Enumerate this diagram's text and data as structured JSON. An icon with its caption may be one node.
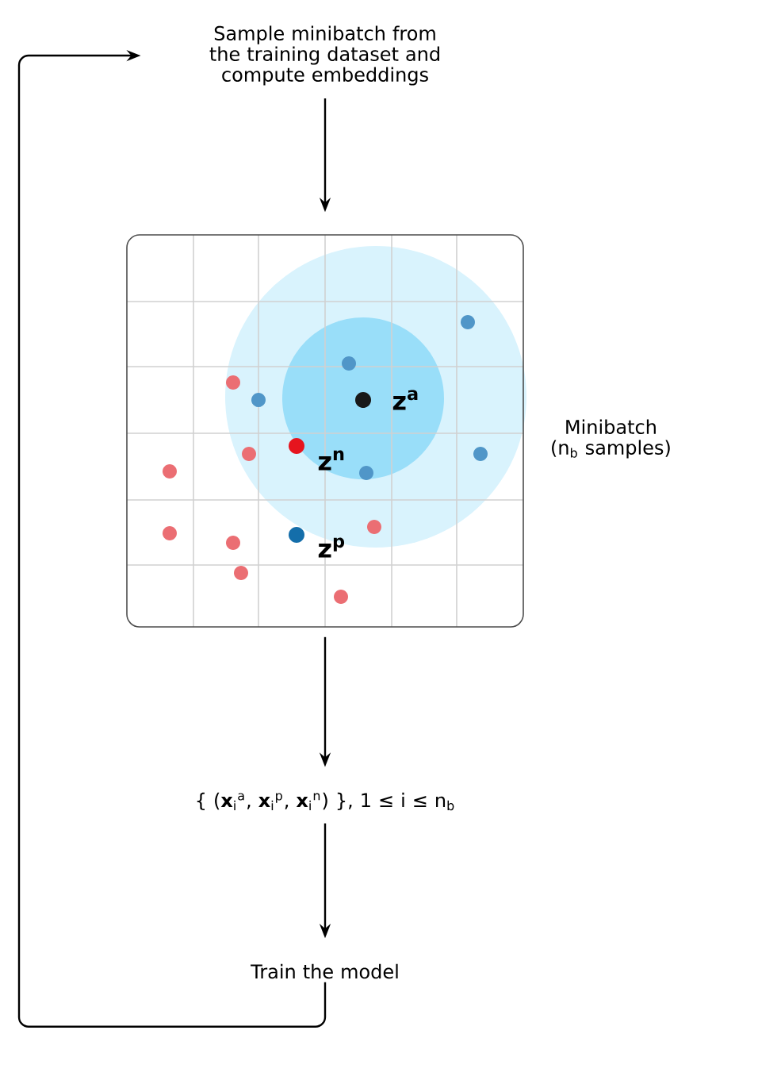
{
  "diagram": {
    "nodes": [
      {
        "text": [
          "Sample minibatch from the training dataset and compute embeddings"
        ]
      },
      {
        "text": [],
        "shape": "box",
        "beside": [
          "Minibatch (n$_{b}$ samples)"
        ]
      },
      {
        "text": [
          "{ (**x**$_{i}$$^{a}$, **x**$_{i}$$^{p}$, **x**$_{i}$$^{n}$) },   1 ≤ i ≤ n$_{b}$"
        ]
      },
      {
        "text": [
          "Train the model"
        ]
      }
    ],
    "edges": [
      {
        "from": 0,
        "to": 1,
        "arrow": "to"
      },
      {
        "from": 1,
        "to": 2,
        "arrow": "to"
      },
      {
        "from": 2,
        "to": 3,
        "arrow": "to"
      },
      {
        "from": 3,
        "to": 0,
        "arrow": "to"
      }
    ],
    "labels": [
      "z$^{a}$",
      "z$^{n}$",
      "z$^{p}$"
    ]
  }
}
